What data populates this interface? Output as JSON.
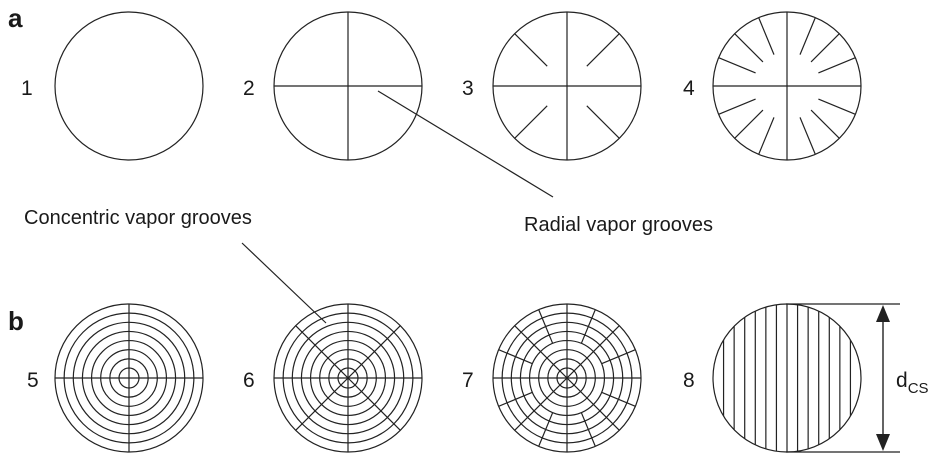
{
  "panels": [
    {
      "id": "a",
      "label": "a"
    },
    {
      "id": "b",
      "label": "b"
    }
  ],
  "patterns": [
    {
      "number": "1",
      "type": "plain"
    },
    {
      "number": "2",
      "type": "radial",
      "radial_grooves": 4
    },
    {
      "number": "3",
      "type": "radial",
      "radial_grooves": 8
    },
    {
      "number": "4",
      "type": "radial",
      "radial_grooves": 16
    },
    {
      "number": "5",
      "type": "concentric-radial",
      "rings": 8,
      "radial_grooves": 4
    },
    {
      "number": "6",
      "type": "concentric-radial",
      "rings": 8,
      "radial_grooves": 8
    },
    {
      "number": "7",
      "type": "concentric-radial",
      "rings": 8,
      "radial_grooves": 16
    },
    {
      "number": "8",
      "type": "parallel",
      "grooves": 13
    }
  ],
  "callouts": {
    "concentric": "Concentric vapor grooves",
    "radial": "Radial vapor grooves"
  },
  "dimension": {
    "main": "d",
    "sub": "CS"
  }
}
